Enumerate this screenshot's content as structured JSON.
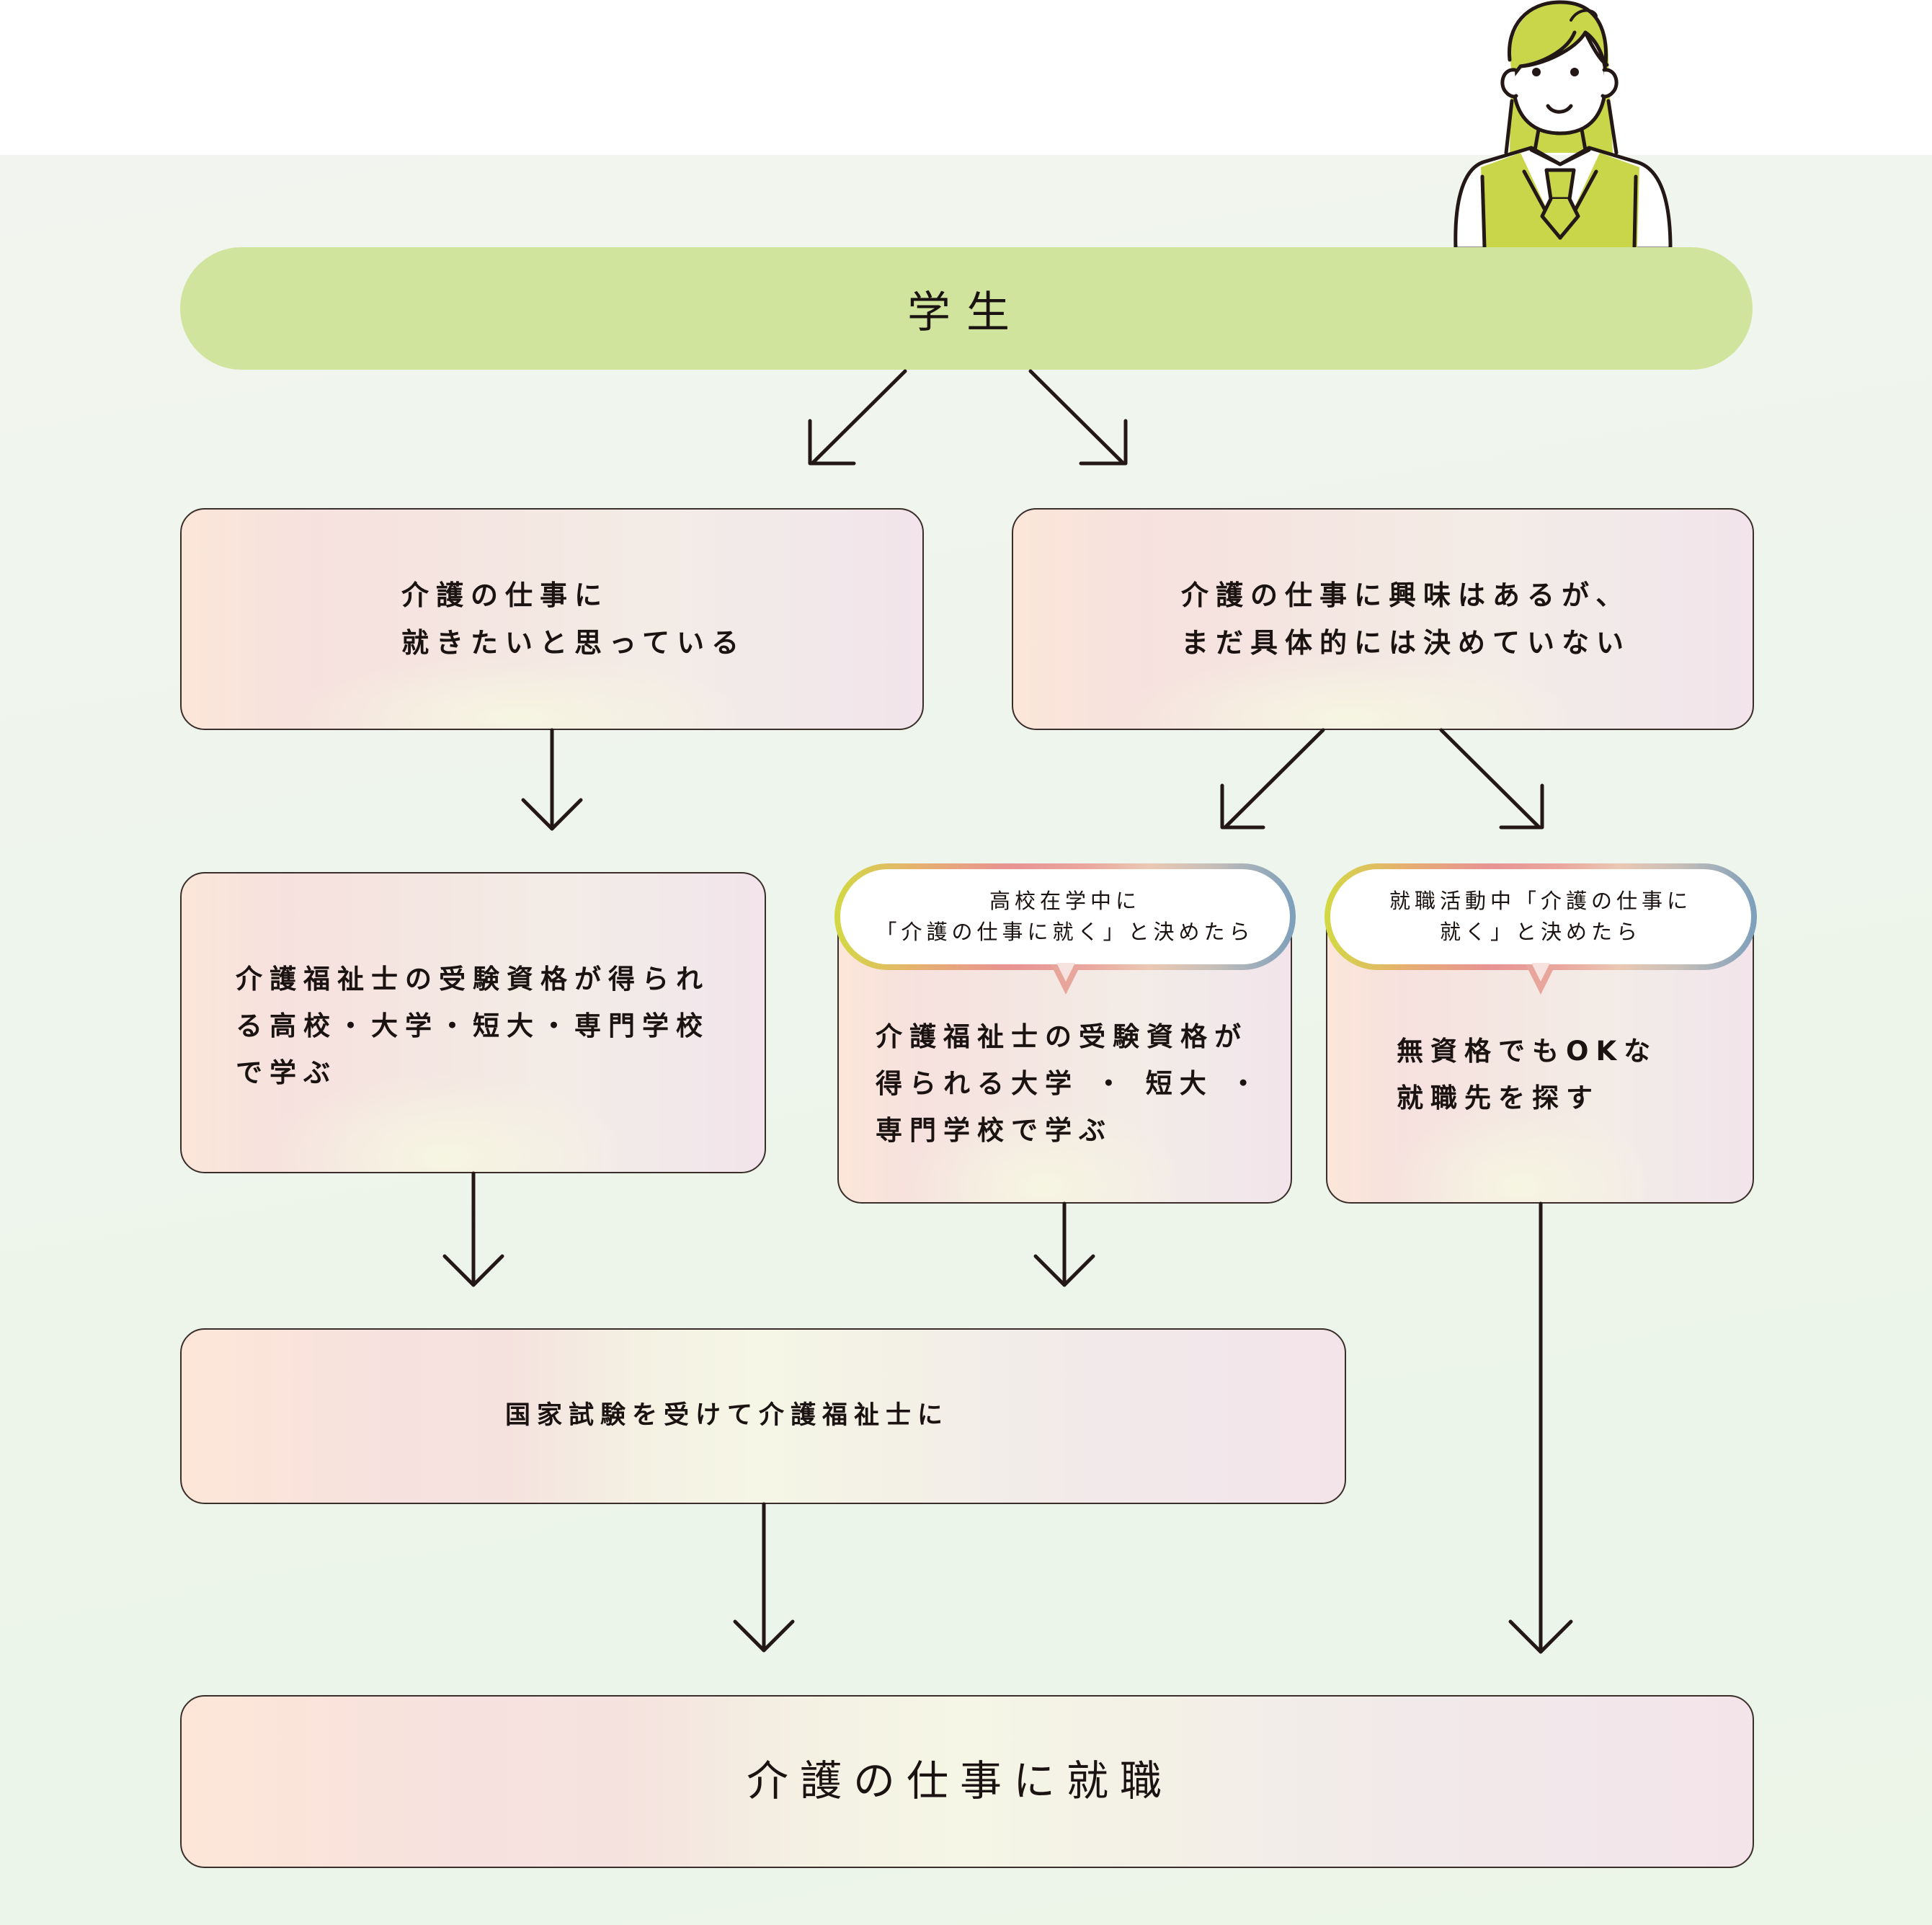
{
  "flowchart": {
    "start": {
      "label": "学生"
    },
    "branch_left": {
      "label": "介護の仕事に\n就きたいと思っている"
    },
    "branch_right": {
      "label": "介護の仕事に興味はあるが、\nまだ具体的には決めていない"
    },
    "path_highschool": {
      "label": "介護福祉士の受験資格が得られ\nる高校・大学・短大・専門学校\nで学ぶ"
    },
    "path_college": {
      "bubble": "高校在学中に\n「介護の仕事に就く」と決めたら",
      "label": "介護福祉士の受験資格が\n得られる大学 ・ 短大 ・\n専門学校で学ぶ"
    },
    "path_jobhunt": {
      "bubble": "就職活動中「介護の仕事に\n就く」と決めたら",
      "label": "無資格でもOKな\n就職先を探す"
    },
    "exam": {
      "label": "国家試験を受けて介護福祉士に"
    },
    "goal": {
      "label": "介護の仕事に就職"
    }
  },
  "illustration": {
    "subject": "student-avatar",
    "hair_color": "#c9d64a",
    "vest_color": "#c9d64a"
  },
  "colors": {
    "pill": "#d1e49d",
    "background": "#eef5ec",
    "line": "#231815",
    "bubble_gradient": [
      "#d2d943",
      "#e79393",
      "#7c9fbb"
    ]
  }
}
